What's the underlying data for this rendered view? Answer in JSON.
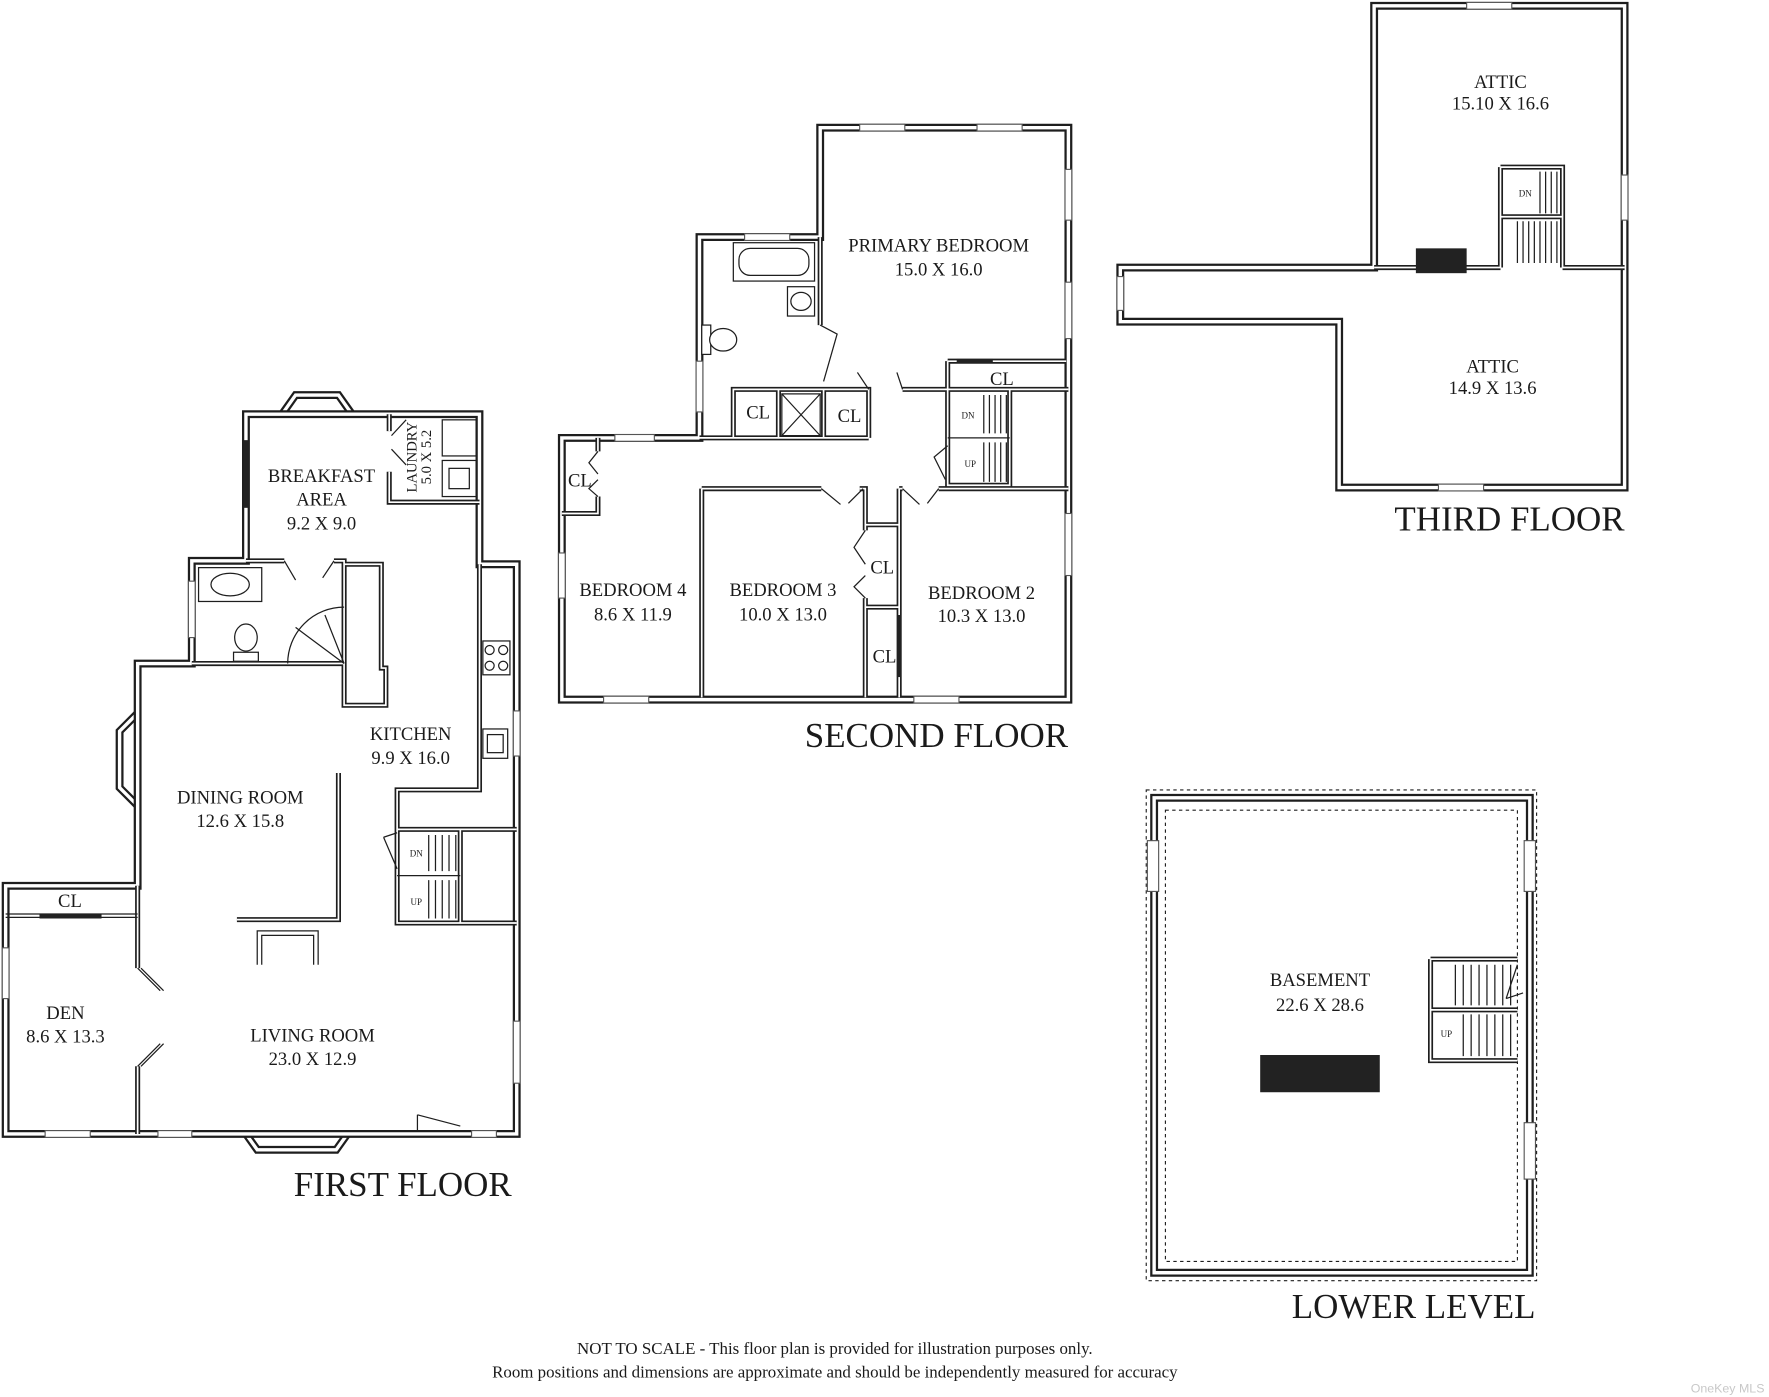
{
  "colors": {
    "line": "#1e1e1e",
    "background": "#ffffff",
    "solid_fill": "#222222",
    "watermark": "#c8c8c8"
  },
  "first_floor": {
    "title": "FIRST FLOOR",
    "breakfast_area": {
      "name_line_1": "BREAKFAST",
      "name_line_2": "AREA",
      "size": "9.2 X 9.0"
    },
    "laundry": {
      "name": "LAUNDRY",
      "size": "5.0 X 5.2"
    },
    "kitchen": {
      "name": "KITCHEN",
      "size": "9.9 X 16.0"
    },
    "dining_room": {
      "name": "DINING ROOM",
      "size": "12.6 X 15.8"
    },
    "den": {
      "name": "DEN",
      "size": "8.6 X 13.3"
    },
    "living_room": {
      "name": "LIVING ROOM",
      "size": "23.0 X 12.9"
    },
    "den_closet": "CL",
    "stairs": {
      "down": "DN",
      "up": "UP"
    }
  },
  "second_floor": {
    "title": "SECOND FLOOR",
    "primary_bedroom": {
      "name": "PRIMARY BEDROOM",
      "size": "15.0 X 16.0"
    },
    "bedroom_4": {
      "name": "BEDROOM 4",
      "size": "8.6 X 11.9"
    },
    "bedroom_3": {
      "name": "BEDROOM 3",
      "size": "10.0 X 13.0"
    },
    "bedroom_2": {
      "name": "BEDROOM 2",
      "size": "10.3 X 13.0"
    },
    "closets": [
      "CL",
      "CL",
      "CL",
      "CL",
      "CL",
      "CL"
    ],
    "stairs": {
      "down": "DN",
      "up": "UP"
    }
  },
  "third_floor": {
    "title": "THIRD FLOOR",
    "attic_upper": {
      "name": "ATTIC",
      "size": "15.10 X 16.6"
    },
    "attic_lower": {
      "name": "ATTIC",
      "size": "14.9 X 13.6"
    },
    "stairs": {
      "down": "DN"
    }
  },
  "lower_level": {
    "title": "LOWER LEVEL",
    "basement": {
      "name": "BASEMENT",
      "size": "22.6 X 28.6"
    },
    "stairs": {
      "up": "UP"
    }
  },
  "disclaimer": {
    "line_1": "NOT TO SCALE - This floor plan is provided for illustration purposes only.",
    "line_2": "Room positions and dimensions are approximate and should be independently measured for accuracy"
  },
  "watermark": "OneKey MLS"
}
